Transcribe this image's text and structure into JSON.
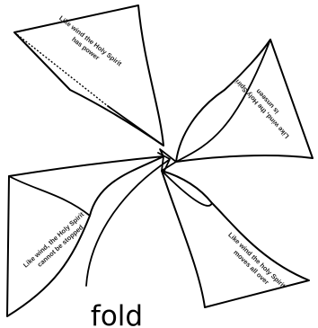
{
  "blades": [
    {
      "id": "top-left",
      "lines": [
        "Like wind the Holy Spirit",
        "has power"
      ]
    },
    {
      "id": "top-right",
      "lines": [
        "Like wind, the Holy Spirit",
        "is unseen"
      ]
    },
    {
      "id": "bottom-right",
      "lines": [
        "Like wind the holy Spirit",
        "moves all over"
      ]
    },
    {
      "id": "bottom-left",
      "lines": [
        "Like wind, the Holy Spirit",
        "cannot be stopped"
      ]
    }
  ],
  "fold_label": "fold",
  "colors": {
    "stroke": "#000000",
    "paper": "#ffffff",
    "text": "#222222"
  }
}
